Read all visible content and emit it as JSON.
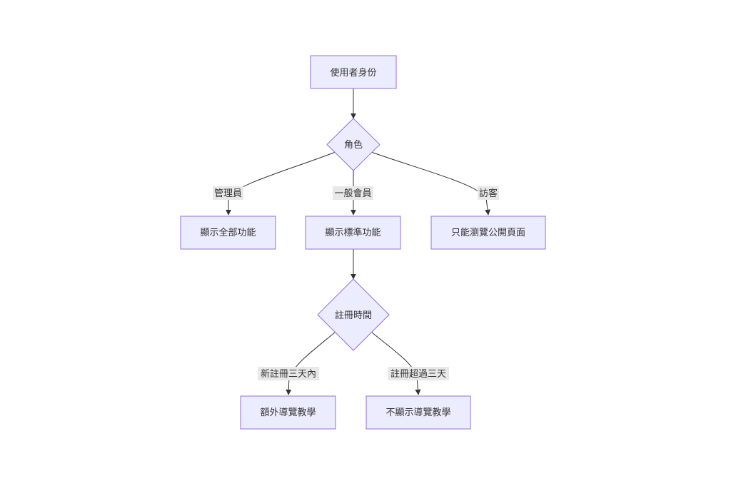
{
  "diagram": {
    "type": "flowchart",
    "direction": "top-down",
    "nodes": {
      "identity": {
        "label": "使用者身份",
        "shape": "rect"
      },
      "role": {
        "label": "角色",
        "shape": "diamond"
      },
      "show_all": {
        "label": "顯示全部功能",
        "shape": "rect"
      },
      "show_standard": {
        "label": "顯示標準功能",
        "shape": "rect"
      },
      "browse_public": {
        "label": "只能瀏覽公開頁面",
        "shape": "rect"
      },
      "reg_time": {
        "label": "註冊時間",
        "shape": "diamond"
      },
      "extra_tour": {
        "label": "額外導覽教學",
        "shape": "rect"
      },
      "no_tour": {
        "label": "不顯示導覽教學",
        "shape": "rect"
      }
    },
    "edges": {
      "identity_role": {
        "from": "identity",
        "to": "role",
        "label": ""
      },
      "role_admin": {
        "from": "role",
        "to": "show_all",
        "label": "管理員"
      },
      "role_member": {
        "from": "role",
        "to": "show_standard",
        "label": "一般會員"
      },
      "role_visitor": {
        "from": "role",
        "to": "browse_public",
        "label": "訪客"
      },
      "standard_regtime": {
        "from": "show_standard",
        "to": "reg_time",
        "label": ""
      },
      "regtime_new": {
        "from": "reg_time",
        "to": "extra_tour",
        "label": "新註冊三天內"
      },
      "regtime_old": {
        "from": "reg_time",
        "to": "no_tour",
        "label": "註冊超過三天"
      }
    },
    "colors": {
      "node_fill": "#ECECFF",
      "node_stroke": "#9370DB",
      "edge": "#333333",
      "label_bg": "#e8e8e8",
      "text": "#333333"
    }
  }
}
